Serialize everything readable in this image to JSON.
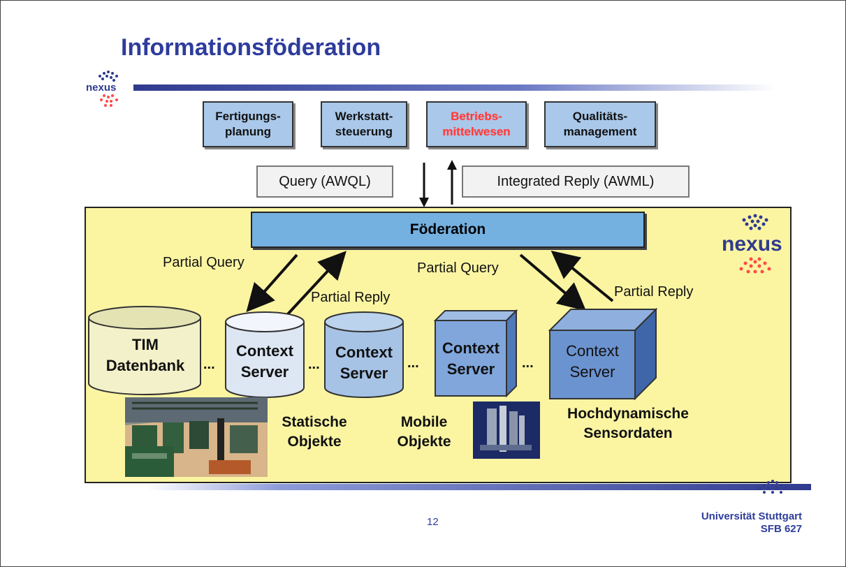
{
  "title": "Informationsföderation",
  "logo_text": "nexus",
  "top_boxes": [
    "Fertigungs-\nplanung",
    "Werkstatt-\nsteuerung",
    "Betriebs-\nmittelwesen",
    "Qualitäts-\nmanagement"
  ],
  "query_label": "Query (AWQL)",
  "reply_label": "Integrated Reply (AWML)",
  "federation_label": "Föderation",
  "partial_query_left": "Partial Query",
  "partial_reply_left": "Partial Reply",
  "partial_query_right": "Partial Query",
  "partial_reply_right": "Partial Reply",
  "tim_label": "TIM\nDatenbank",
  "context_server_label": "Context\nServer",
  "ellipsis": "...",
  "static_objects": "Statische\nObjekte",
  "mobile_objects": "Mobile\nObjekte",
  "sensor_data": "Hochdynamische\nSensordaten",
  "page_number": "12",
  "university": "Universität Stuttgart",
  "sfb": "SFB 627",
  "colors": {
    "title_blue": "#2e3c9c",
    "box_blue": "#a9c8ea",
    "federation_blue": "#74b0e0",
    "panel_yellow": "#fbf5a2",
    "highlight_red": "#ff3b3b"
  }
}
